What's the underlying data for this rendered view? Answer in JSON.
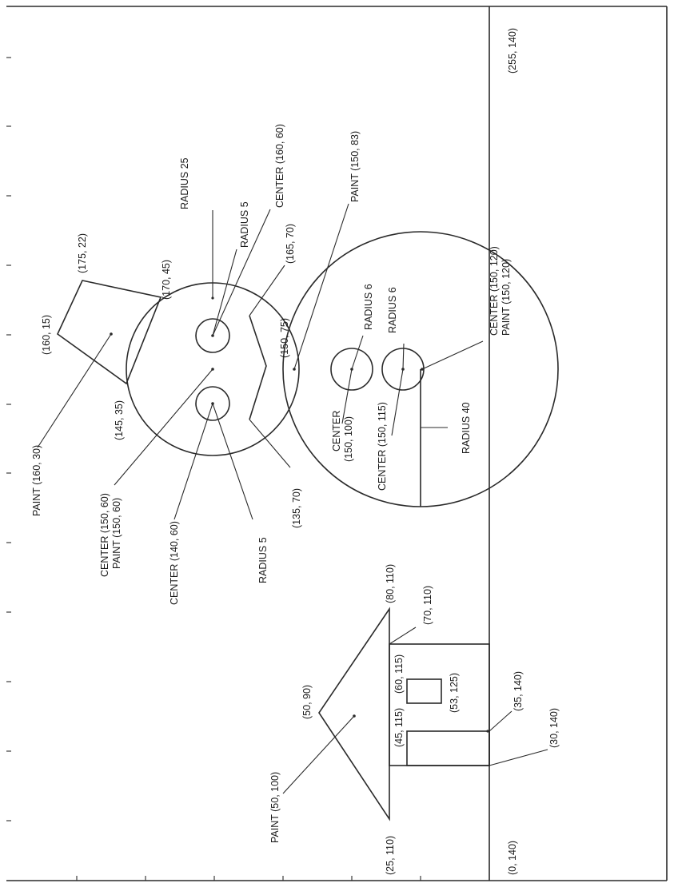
{
  "labels": {
    "ground_right": "(255, 140)",
    "ground_left": "(0, 140)",
    "hat_top_left": "(160, 15)",
    "hat_top_right": "(175, 22)",
    "hat_bottom_right": "(170, 45)",
    "hat_bottom_left": "(145, 35)",
    "hat_paint": "PAINT (160, 30)",
    "head_radius": "RADIUS 25",
    "eye_right_radius": "RADIUS 5",
    "eye_right_center": "CENTER (160, 60)",
    "mouth_right": "(165, 70)",
    "mouth_left": "(135, 70)",
    "mouth_mid": "(150, 75)",
    "body_paint": "PAINT (150, 83)",
    "head_center_1": "CENTER (150, 60)",
    "head_center_2": "PAINT (150, 60)",
    "eye_left_center": "CENTER (140, 60)",
    "eye_left_radius": "RADIUS 5",
    "button1_radius": "RADIUS 6",
    "button2_radius": "RADIUS 6",
    "button1_center_1": "CENTER",
    "button1_center_2": "(150, 100)",
    "button2_center": "CENTER (150, 115)",
    "body_center_1": "CENTER (150, 120)",
    "body_center_2": "PAINT (150, 120)",
    "body_radius": "RADIUS 40",
    "roof_peak": "(50, 90)",
    "roof_right": "(80, 110)",
    "roof_left": "(25, 110)",
    "house_right_top": "(70, 110)",
    "window_tl": "(60, 115)",
    "window_br": "(53, 125)",
    "door_tl": "(45, 115)",
    "door_br": "(35, 140)",
    "house_left_bottom": "(30, 140)",
    "roof_paint": "PAINT (50, 100)"
  }
}
